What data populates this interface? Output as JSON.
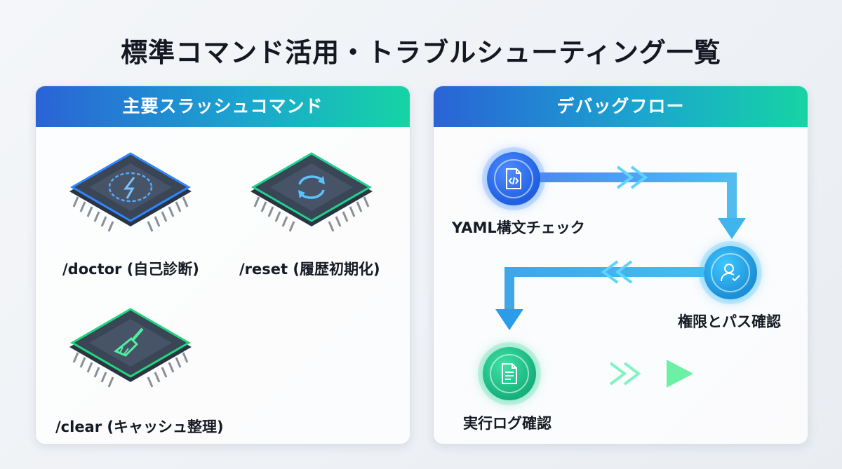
{
  "title": "標準コマンド活用・トラブルシューティング一覧",
  "left_panel": {
    "header": "主要スラッシュコマンド",
    "commands": [
      {
        "label": "/doctor (自己診断)",
        "icon": "lightning-gear-icon",
        "glow": "#2f86ff"
      },
      {
        "label": "/reset (履歴初期化)",
        "icon": "refresh-icon",
        "glow": "#1fd18f"
      },
      {
        "label": "/clear (キャッシュ整理)",
        "icon": "broom-icon",
        "glow": "#22d67d"
      }
    ]
  },
  "right_panel": {
    "header": "デバッグフロー",
    "steps": [
      {
        "label": "YAML構文チェック",
        "icon": "code-file-icon",
        "color": "#2a6cf0"
      },
      {
        "label": "権限とパス確認",
        "icon": "user-check-icon",
        "color": "#1fa3e0"
      },
      {
        "label": "実行ログ確認",
        "icon": "document-icon",
        "color": "#1cc48a"
      }
    ]
  },
  "colors": {
    "accent_blue": "#2a63d6",
    "accent_cyan": "#1aa5cf",
    "accent_green": "#16d4a4"
  }
}
